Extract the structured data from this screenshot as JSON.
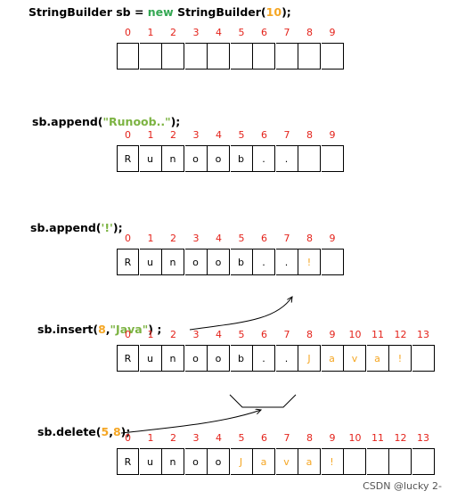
{
  "colors": {
    "keyword": "#34a853",
    "number": "#f5a623",
    "string": "#7cb342",
    "index": "#e4231b",
    "cell_highlight": "#f5a623"
  },
  "code": {
    "line1": [
      {
        "t": "StringBuilder sb = ",
        "c": "plain"
      },
      {
        "t": "new",
        "c": "keyword"
      },
      {
        "t": " StringBuilder(",
        "c": "plain"
      },
      {
        "t": "10",
        "c": "number"
      },
      {
        "t": ");",
        "c": "plain"
      }
    ],
    "line2": [
      {
        "t": "sb.append(",
        "c": "plain"
      },
      {
        "t": "\"Runoob..\"",
        "c": "string"
      },
      {
        "t": ");",
        "c": "plain"
      }
    ],
    "line3": [
      {
        "t": "sb.append(",
        "c": "plain"
      },
      {
        "t": "'!'",
        "c": "string"
      },
      {
        "t": ");",
        "c": "plain"
      }
    ],
    "line4": [
      {
        "t": "sb.insert(",
        "c": "plain"
      },
      {
        "t": "8",
        "c": "number"
      },
      {
        "t": ",",
        "c": "plain"
      },
      {
        "t": "\"Java\"",
        "c": "string"
      },
      {
        "t": ") ;",
        "c": "plain"
      }
    ],
    "line5": [
      {
        "t": "sb.delete(",
        "c": "plain"
      },
      {
        "t": "5",
        "c": "number"
      },
      {
        "t": ",",
        "c": "plain"
      },
      {
        "t": "8",
        "c": "number"
      },
      {
        "t": ");",
        "c": "plain"
      }
    ]
  },
  "arrays": [
    {
      "indices": [
        "0",
        "1",
        "2",
        "3",
        "4",
        "5",
        "6",
        "7",
        "8",
        "9"
      ],
      "cells": [
        {
          "v": "",
          "h": false
        },
        {
          "v": "",
          "h": false
        },
        {
          "v": "",
          "h": false
        },
        {
          "v": "",
          "h": false
        },
        {
          "v": "",
          "h": false
        },
        {
          "v": "",
          "h": false
        },
        {
          "v": "",
          "h": false
        },
        {
          "v": "",
          "h": false
        },
        {
          "v": "",
          "h": false
        },
        {
          "v": "",
          "h": false
        }
      ]
    },
    {
      "indices": [
        "0",
        "1",
        "2",
        "3",
        "4",
        "5",
        "6",
        "7",
        "8",
        "9"
      ],
      "cells": [
        {
          "v": "R",
          "h": false
        },
        {
          "v": "u",
          "h": false
        },
        {
          "v": "n",
          "h": false
        },
        {
          "v": "o",
          "h": false
        },
        {
          "v": "o",
          "h": false
        },
        {
          "v": "b",
          "h": false
        },
        {
          "v": ".",
          "h": false
        },
        {
          "v": ".",
          "h": false
        },
        {
          "v": "",
          "h": false
        },
        {
          "v": "",
          "h": false
        }
      ]
    },
    {
      "indices": [
        "0",
        "1",
        "2",
        "3",
        "4",
        "5",
        "6",
        "7",
        "8",
        "9"
      ],
      "cells": [
        {
          "v": "R",
          "h": false
        },
        {
          "v": "u",
          "h": false
        },
        {
          "v": "n",
          "h": false
        },
        {
          "v": "o",
          "h": false
        },
        {
          "v": "o",
          "h": false
        },
        {
          "v": "b",
          "h": false
        },
        {
          "v": ".",
          "h": false
        },
        {
          "v": ".",
          "h": false
        },
        {
          "v": "!",
          "h": true
        },
        {
          "v": "",
          "h": false
        }
      ]
    },
    {
      "indices": [
        "0",
        "1",
        "2",
        "3",
        "4",
        "5",
        "6",
        "7",
        "8",
        "9",
        "10",
        "11",
        "12",
        "13"
      ],
      "cells": [
        {
          "v": "R",
          "h": false
        },
        {
          "v": "u",
          "h": false
        },
        {
          "v": "n",
          "h": false
        },
        {
          "v": "o",
          "h": false
        },
        {
          "v": "o",
          "h": false
        },
        {
          "v": "b",
          "h": false
        },
        {
          "v": ".",
          "h": false
        },
        {
          "v": ".",
          "h": false
        },
        {
          "v": "J",
          "h": true
        },
        {
          "v": "a",
          "h": true
        },
        {
          "v": "v",
          "h": true
        },
        {
          "v": "a",
          "h": true
        },
        {
          "v": "!",
          "h": true
        },
        {
          "v": "",
          "h": false
        }
      ]
    },
    {
      "indices": [
        "0",
        "1",
        "2",
        "3",
        "4",
        "5",
        "6",
        "7",
        "8",
        "9",
        "10",
        "11",
        "12",
        "13"
      ],
      "cells": [
        {
          "v": "R",
          "h": false
        },
        {
          "v": "u",
          "h": false
        },
        {
          "v": "n",
          "h": false
        },
        {
          "v": "o",
          "h": false
        },
        {
          "v": "o",
          "h": false
        },
        {
          "v": "J",
          "h": true
        },
        {
          "v": "a",
          "h": true
        },
        {
          "v": "v",
          "h": true
        },
        {
          "v": "a",
          "h": true
        },
        {
          "v": "!",
          "h": true
        },
        {
          "v": "",
          "h": false
        },
        {
          "v": "",
          "h": false
        },
        {
          "v": "",
          "h": false
        },
        {
          "v": "",
          "h": false
        }
      ]
    }
  ],
  "watermark": "CSDN @lucky 2-"
}
